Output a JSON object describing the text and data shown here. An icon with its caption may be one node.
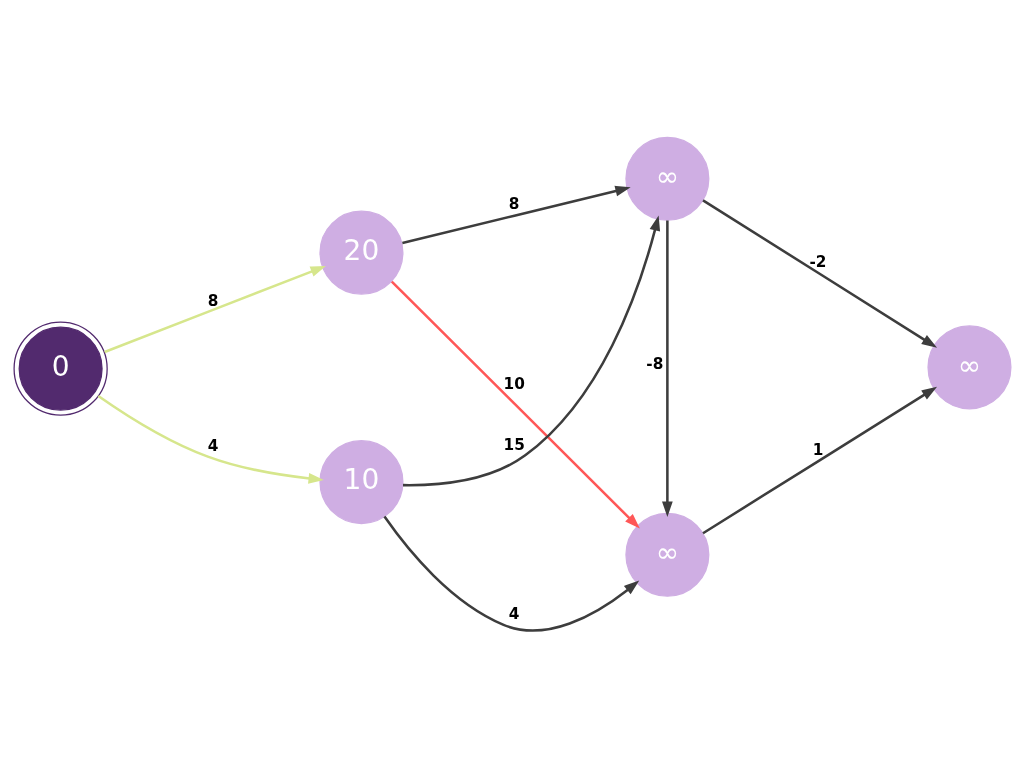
{
  "diagram": {
    "nodes": [
      {
        "text": [
          "0"
        ]
      },
      {
        "text": [
          "20"
        ]
      },
      {
        "text": [
          "10"
        ]
      },
      {
        "text": [
          "∞"
        ]
      },
      {
        "text": [
          "∞"
        ]
      },
      {
        "text": [
          "∞"
        ]
      }
    ],
    "edges": [
      {
        "from": 0,
        "to": 1,
        "arrow": "to",
        "label": "8",
        "color": "#d6e68c"
      },
      {
        "from": 0,
        "to": 2,
        "arrow": "to",
        "label": "4",
        "color": "#d6e68c"
      },
      {
        "from": 1,
        "to": 3,
        "arrow": "to",
        "label": "10",
        "color": "#ff5757"
      },
      {
        "from": 1,
        "to": 4,
        "arrow": "to",
        "label": "8"
      },
      {
        "from": 2,
        "to": 3,
        "arrow": "to",
        "label": "4"
      },
      {
        "from": 2,
        "to": 4,
        "arrow": "to",
        "label": "15"
      },
      {
        "from": 4,
        "to": 3,
        "arrow": "to",
        "label": "-8"
      },
      {
        "from": 3,
        "to": 5,
        "arrow": "to",
        "label": "1"
      },
      {
        "from": 4,
        "to": 5,
        "arrow": "to",
        "label": "-2"
      }
    ]
  }
}
